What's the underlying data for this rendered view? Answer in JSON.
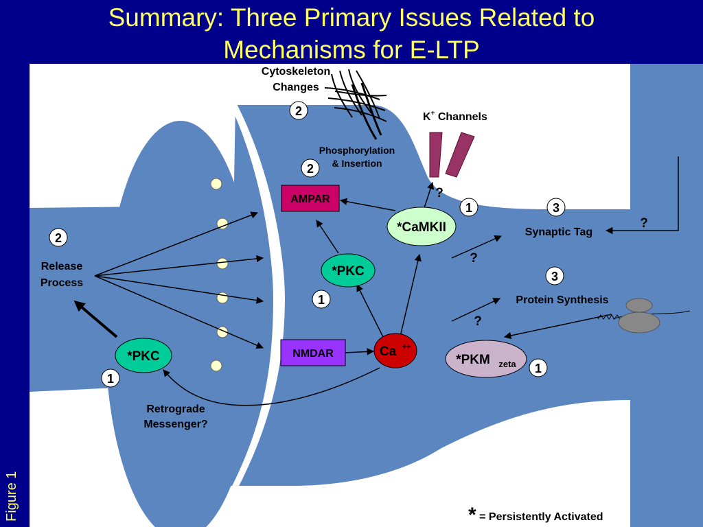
{
  "title": {
    "line1": "Summary: Three Primary Issues Related to",
    "line2": "Mechanisms for E-LTP"
  },
  "side_label": "Figure 1",
  "colors": {
    "background": "#00008b",
    "title": "#ffff66",
    "neuron": "#5b86c0",
    "ampar": "#cc0066",
    "nmdar": "#9933ff",
    "ca": "#cc0000",
    "pkc": "#00cc99",
    "camkii": "#ccffcc",
    "pkm": "#ccb3cc",
    "k_channel": "#993366",
    "vesicle": "#ffffcc"
  },
  "labels": {
    "cytoskeleton_line1": "Cytoskeleton",
    "cytoskeleton_line2": "Changes",
    "k_channels": "K",
    "k_sup": "+",
    "k_rest": " Channels",
    "phosph_line1": "Phosphorylation",
    "phosph_line2": "& Insertion",
    "release_line1": "Release",
    "release_line2": "Process",
    "retro_line1": "Retrograde",
    "retro_line2": "Messenger?",
    "synaptic_tag": "Synaptic Tag",
    "protein_synthesis": "Protein Synthesis",
    "q_k": "?",
    "q_tag": "?",
    "q_mid1": "?",
    "q_mid2": "?"
  },
  "nodes": {
    "ampar": "AMPAR",
    "nmdar": "NMDAR",
    "camkii": "*CaMKII",
    "pkc_post": "*PKC",
    "pkc_pre": "*PKC",
    "ca": "Ca",
    "ca_sup": "++",
    "pkm": "*PKM",
    "pkm_sub": "zeta"
  },
  "badges": {
    "cyto": "2",
    "phosph": "2",
    "release": "2",
    "camkii": "1",
    "pkc_post": "1",
    "pkc_pre": "1",
    "pkm": "1",
    "tag": "3",
    "protein": "3"
  },
  "legend": {
    "star": "*",
    "text": " =  Persistently Activated"
  }
}
